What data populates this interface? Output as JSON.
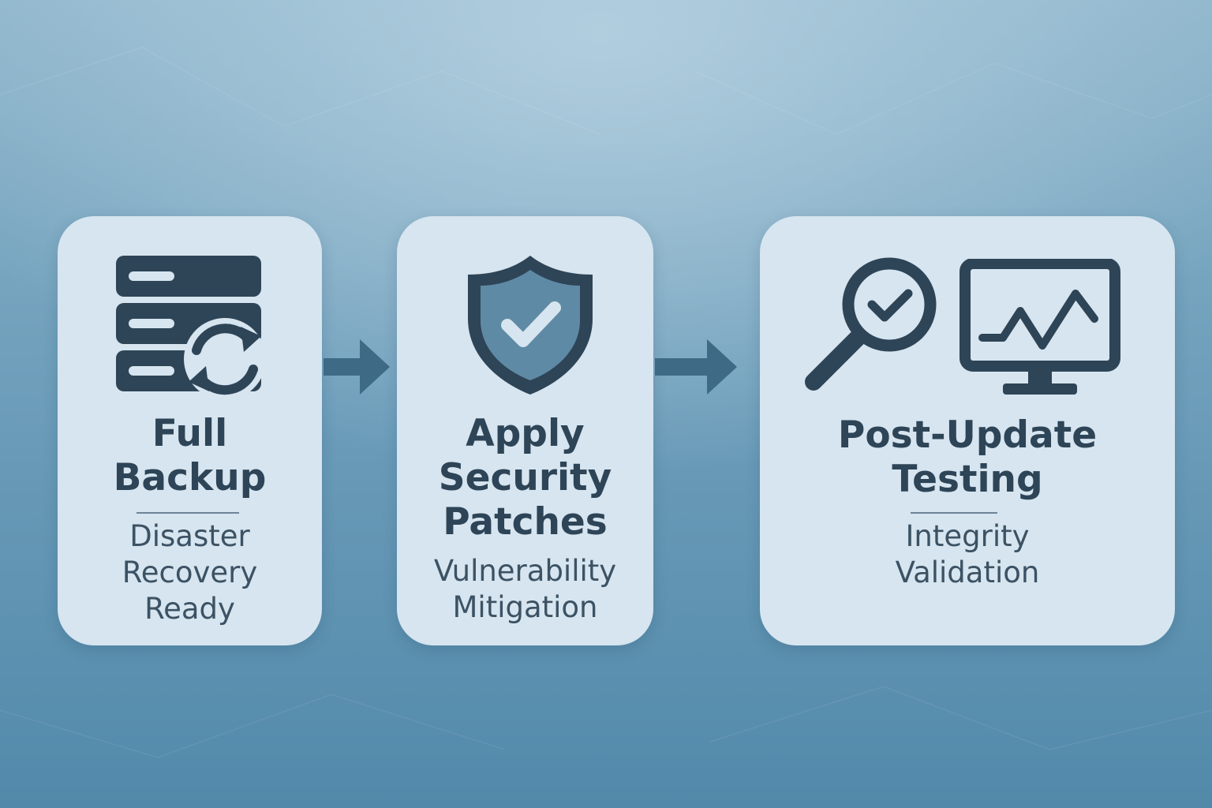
{
  "colors": {
    "card_bg": "#d6e5ef",
    "icon_dark": "#2e4457",
    "shield_fill": "#5f8aa5",
    "arrow": "#3e6a86"
  },
  "steps": [
    {
      "title_lines": [
        "Full",
        "Backup"
      ],
      "subtitle_lines": [
        "Disaster",
        "Recovery",
        "Ready"
      ],
      "icons": [
        "server-backup-icon"
      ]
    },
    {
      "title_lines": [
        "Apply",
        "Security",
        "Patches"
      ],
      "subtitle_lines": [
        "Vulnerability",
        "Mitigation"
      ],
      "icons": [
        "shield-check-icon"
      ]
    },
    {
      "title_lines": [
        "Post-Update",
        "Testing"
      ],
      "subtitle_lines": [
        "Integrity",
        "Validation"
      ],
      "icons": [
        "magnifier-check-icon",
        "monitor-chart-icon"
      ]
    }
  ],
  "connectors": [
    "arrow-right-icon",
    "arrow-right-icon"
  ]
}
